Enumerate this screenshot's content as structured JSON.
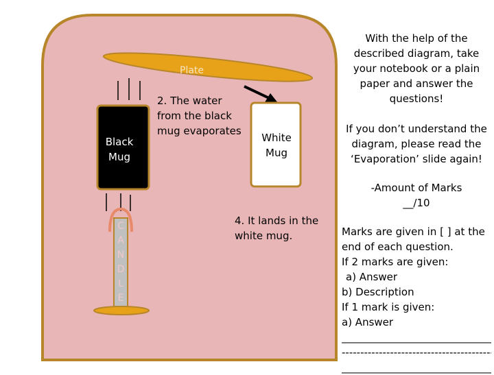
{
  "diagram": {
    "plate_label": "Plate",
    "black_mug_label": [
      "Black",
      "Mug"
    ],
    "white_mug_label": [
      "White",
      "Mug"
    ],
    "step2_text": "2. The water from the black mug evaporates",
    "step4_text": "4. It lands in the white mug.",
    "candle_letters": [
      "C",
      "A",
      "N",
      "D",
      "L",
      "E"
    ],
    "colors": {
      "background_panel": "#e8b6b6",
      "panel_border": "#b8862a",
      "plate": "#e8a21a",
      "black_mug": "#000000",
      "white_mug": "#ffffff",
      "flame": "#e8896a"
    }
  },
  "panel": {
    "intro": "With the help of the described diagram, take your notebook or a plain paper and answer the questions!",
    "help": "If you don’t understand the diagram, please read the ‘Evaporation’ slide again!",
    "marks_heading": "-Amount of Marks",
    "marks_total": "__/10",
    "rules": [
      "Marks are given in [ ] at the end of each question.",
      "If 2 marks are given:",
      "a) Answer",
      "b) Description",
      "If 1 mark is given:",
      "a) Answer"
    ],
    "answer_lines": [
      "_______________________________",
      "-----------------------------------------",
      "_______________________________"
    ]
  }
}
